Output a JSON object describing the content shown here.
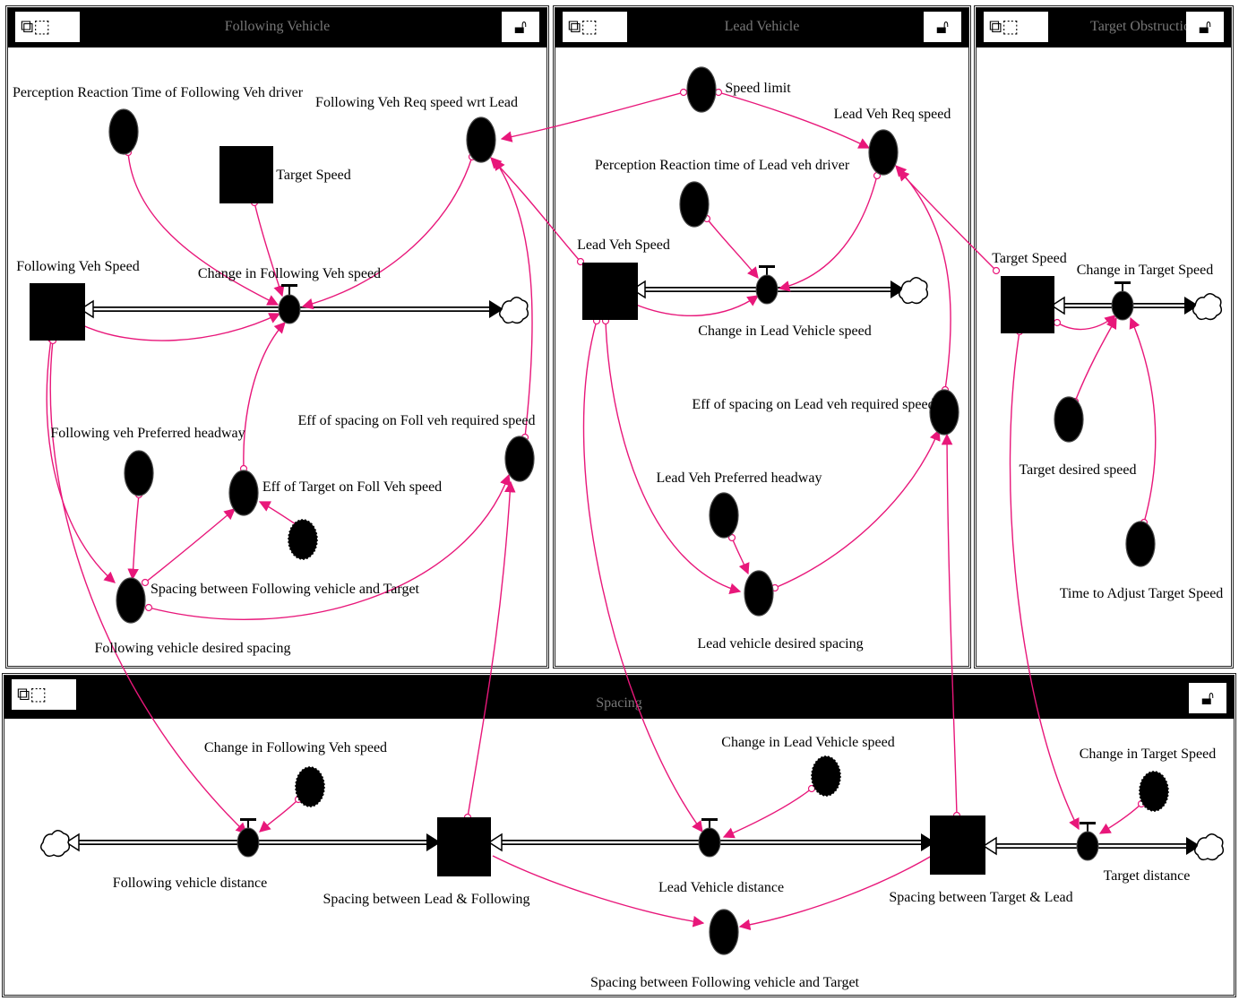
{
  "sectors": {
    "following": {
      "title": "Following Vehicle"
    },
    "lead": {
      "title": "Lead Vehicle"
    },
    "target": {
      "title": "Target Obstruction"
    },
    "spacing": {
      "title": "Spacing"
    }
  },
  "icons": {
    "sector_tools": "sector-tools-icon",
    "lock": "lock-icon",
    "cloud": "cloud-icon"
  },
  "colors": {
    "connector": "#e8177a",
    "flow": "#000000",
    "variable": "#000000"
  },
  "labels": {
    "perception_following": "Perception Reaction Time of Following Veh driver",
    "following_req_speed": "Following Veh Req speed wrt Lead",
    "target_speed_following": "Target Speed",
    "following_veh_speed": "Following Veh Speed",
    "change_following_speed": "Change in Following Veh speed",
    "eff_spacing_foll": "Eff of spacing on Foll veh required speed",
    "following_pref_headway": "Following veh Preferred headway",
    "eff_target_foll": "Eff of Target on Foll Veh speed",
    "spacing_following_target": "Spacing between Following vehicle and Target",
    "following_desired_spacing": "Following vehicle desired spacing",
    "speed_limit": "Speed limit",
    "lead_req_speed": "Lead Veh Req speed",
    "perception_lead": "Perception Reaction time of Lead veh driver",
    "lead_veh_speed": "Lead Veh Speed",
    "change_lead_speed": "Change in Lead Vehicle speed",
    "eff_spacing_lead": "Eff of spacing on Lead veh required speed",
    "lead_pref_headway": "Lead Veh Preferred headway",
    "lead_desired_spacing": "Lead vehicle desired spacing",
    "target_speed_stock": "Target Speed",
    "change_target_speed": "Change in Target Speed",
    "target_desired_speed": "Target desired speed",
    "time_adjust_target": "Time to Adjust Target Speed",
    "sp_change_following": "Change in Following Veh speed",
    "sp_change_lead": "Change in Lead Vehicle speed",
    "sp_change_target": "Change in Target Speed",
    "following_distance": "Following vehicle distance",
    "spacing_lead_following": "Spacing between Lead & Following",
    "lead_distance": "Lead Vehicle distance",
    "spacing_target_lead": "Spacing between Target & Lead",
    "target_distance": "Target distance",
    "sp_spacing_following_target": "Spacing between Following vehicle and Target"
  }
}
